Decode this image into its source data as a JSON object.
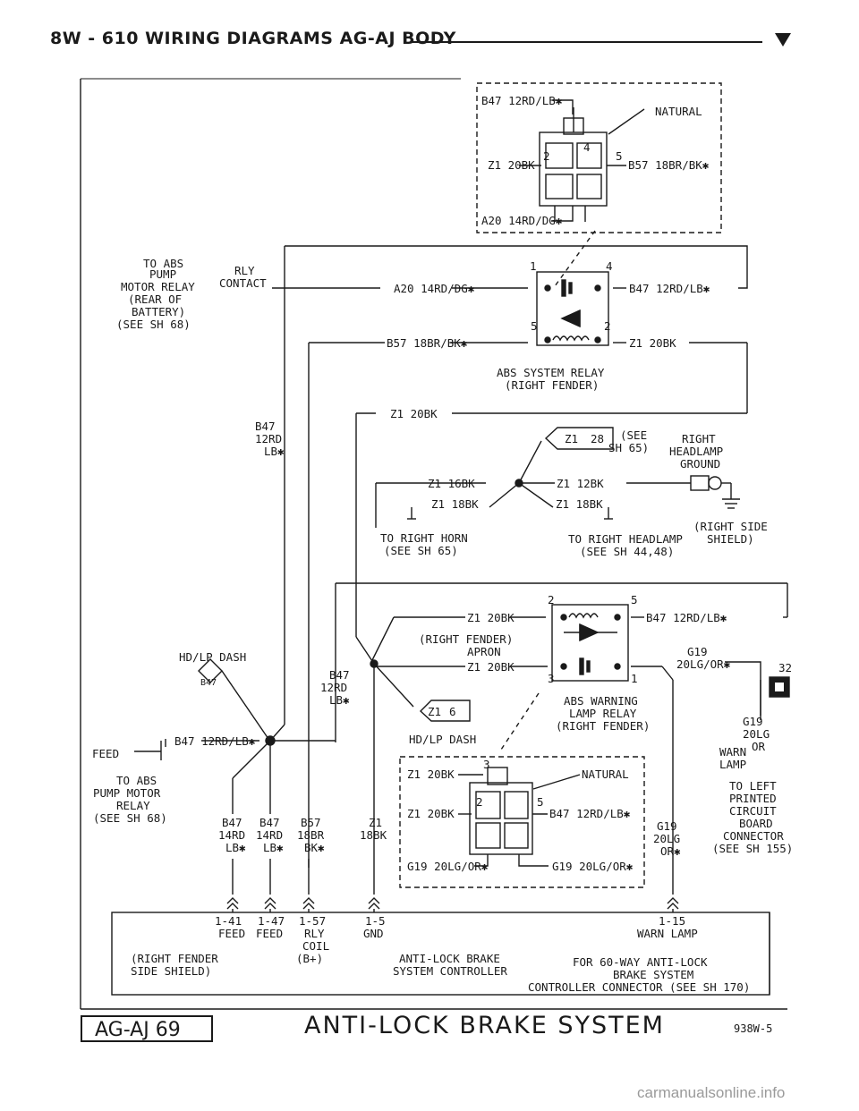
{
  "header": {
    "text": "8W - 610   WIRING DIAGRAMS AG-AJ BODY"
  },
  "relay1_inset": {
    "b47": "B47 12RD/LB✱",
    "natural": "NATURAL",
    "z1": "Z1 20BK",
    "b57": "B57 18BR/BK✱",
    "a20": "A20 14RD/DG✱",
    "pins": [
      "2",
      "4",
      "5"
    ]
  },
  "abs_pump": {
    "lines": [
      "TO ABS",
      "PUMP",
      "MOTOR RELAY",
      "(REAR OF",
      "BATTERY)",
      "(SEE SH 68)"
    ],
    "rly_contact": [
      "RLY",
      "CONTACT"
    ]
  },
  "abs_relay": {
    "a20": "A20 14RD/DG✱",
    "b47": "B47 12RD/LB✱",
    "b57": "B57 18BR/BK✱",
    "z1": "Z1 20BK",
    "pins": [
      "1",
      "4",
      "5",
      "2"
    ],
    "name": [
      "ABS SYSTEM RELAY",
      "(RIGHT FENDER)"
    ]
  },
  "ground": {
    "z1_20bk": "Z1 20BK",
    "b47_vert": [
      "B47",
      "12RD",
      "LB✱"
    ],
    "z1_28": "Z1",
    "z1_28_num": "28",
    "see65": [
      "(SEE",
      "SH 65)"
    ],
    "headlamp_gnd": [
      "RIGHT",
      "HEADLAMP",
      "GROUND"
    ],
    "z1_16bk": "Z1 16BK",
    "z1_12bk": "Z1 12BK",
    "z1_18bk_l": "Z1 18BK",
    "z1_18bk_r": "Z1 18BK",
    "horn": [
      "TO RIGHT HORN",
      "(SEE SH 65)"
    ],
    "headlamp": [
      "TO RIGHT HEADLAMP",
      "(SEE SH 44,48)"
    ],
    "shield": [
      "(RIGHT SIDE",
      "SHIELD)"
    ]
  },
  "warning_relay": {
    "z1_top": "Z1 20BK",
    "b47": "B47 12RD/LB✱",
    "fender_apron": [
      "(RIGHT FENDER)",
      "APRON"
    ],
    "z1_bottom": "Z1 20BK",
    "g19": [
      "G19",
      "20LG/OR✱"
    ],
    "pins": [
      "2",
      "5",
      "3",
      "1"
    ],
    "name": [
      "ABS WARNING",
      "LAMP RELAY",
      "(RIGHT FENDER)"
    ],
    "pin32": "32",
    "g19_vert": [
      "G19",
      "20LG",
      "OR"
    ],
    "warn_lamp": [
      "WARN",
      "LAMP"
    ]
  },
  "left": {
    "hd_lp_dash": "HD/LP DASH",
    "splice_b47": "B47",
    "b47_vert": [
      "B47",
      "12RD",
      "LB✱"
    ],
    "feed_b47": "B47 12RD/LB✱",
    "feed": "FEED",
    "to_abs": [
      "TO ABS",
      "PUMP MOTOR",
      "RELAY",
      "(SEE SH 68)"
    ],
    "z1_6": "Z1",
    "z1_6_num": "6",
    "hd_lp_dash2": "HD/LP DASH"
  },
  "relay2_inset": {
    "z1a": "Z1 20BK",
    "z1b": "Z1 20BK",
    "natural": "NATURAL",
    "b47": "B47 12RD/LB✱",
    "g19l": "G19 20LG/OR✱",
    "g19r": "G19 20LG/OR✱",
    "pins": [
      "3",
      "2",
      "5"
    ]
  },
  "wires_bottom": [
    [
      "B47",
      "14RD",
      "LB✱"
    ],
    [
      "B47",
      "14RD",
      "LB✱"
    ],
    [
      "B57",
      "18BR",
      "BK✱"
    ],
    [
      "Z1",
      "18BK"
    ],
    [
      "G19",
      "20LG",
      "OR✱"
    ]
  ],
  "to_left_printed": [
    "TO LEFT",
    "PRINTED",
    "CIRCUIT",
    "BOARD",
    "CONNECTOR",
    "(SEE SH 155)"
  ],
  "controller": {
    "pins": [
      {
        "num": "1-41",
        "label": ""
      },
      {
        "num": "1-47",
        "label": "FEED"
      },
      {
        "num": "1-57",
        "label": "RLY"
      },
      {
        "num": "1-5",
        "label": "GND"
      },
      {
        "num": "1-15",
        "label": "WARN LAMP"
      }
    ],
    "feed2": "FEED",
    "coil": [
      "COIL",
      "(B+)"
    ],
    "right_fender": [
      "(RIGHT FENDER",
      "SIDE SHIELD)"
    ],
    "name": [
      "ANTI-LOCK BRAKE",
      "SYSTEM CONTROLLER"
    ],
    "for60": [
      "FOR 60-WAY ANTI-LOCK",
      "BRAKE SYSTEM",
      "CONTROLLER CONNECTOR (SEE SH 170)"
    ]
  },
  "footer": {
    "id": "AG-AJ 69",
    "title": "ANTI-LOCK BRAKE SYSTEM",
    "code": "938W-5"
  },
  "watermark": "carmanualsonline.info"
}
